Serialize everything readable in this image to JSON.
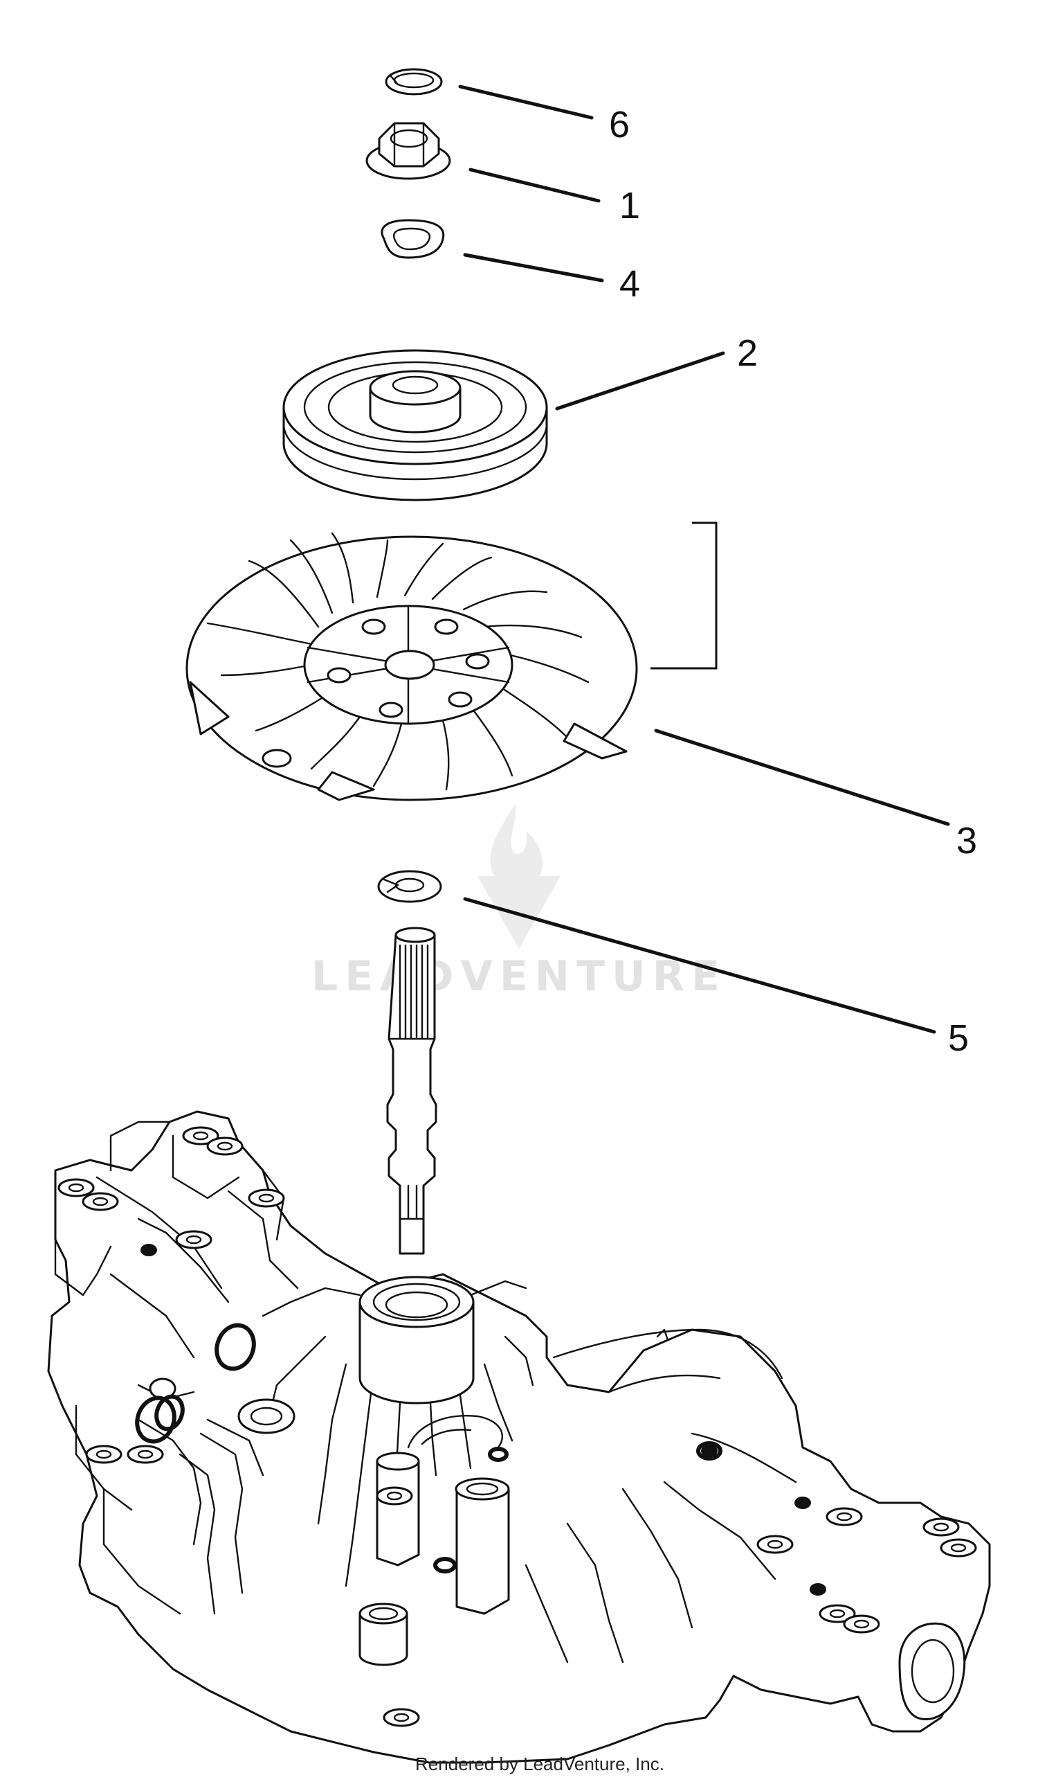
{
  "diagram": {
    "callouts": [
      {
        "id": "callout-6",
        "label": "6"
      },
      {
        "id": "callout-1",
        "label": "1"
      },
      {
        "id": "callout-4",
        "label": "4"
      },
      {
        "id": "callout-2",
        "label": "2"
      },
      {
        "id": "callout-3",
        "label": "3"
      },
      {
        "id": "callout-5",
        "label": "5"
      }
    ],
    "watermark": "LEADVENTURE",
    "footer": "Rendered by LeadVenture, Inc."
  }
}
